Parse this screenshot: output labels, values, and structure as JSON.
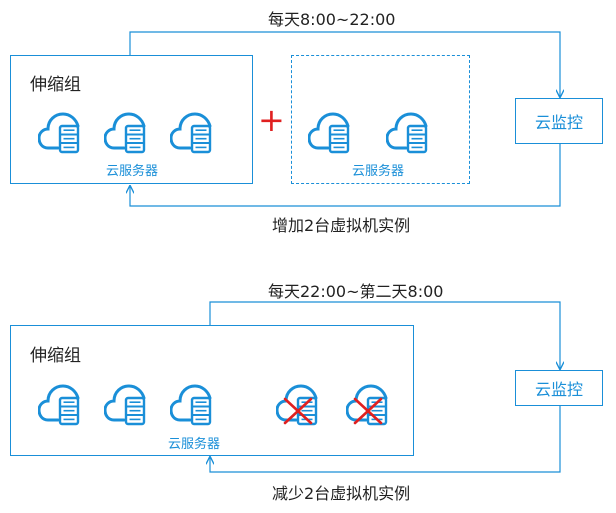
{
  "colors": {
    "line": "#1a8fd8",
    "plus": "#e02020",
    "cross": "#e02020",
    "text": "#222222"
  },
  "top": {
    "schedule": "每天8:00~22:00",
    "group_title": "伸缩组",
    "server_caption": "云服务器",
    "extra_caption": "云服务器",
    "monitor": "云监控",
    "action": "增加2台虚拟机实例",
    "plus_symbol": "+",
    "icons": [
      "cloud-server-icon",
      "cloud-server-icon",
      "cloud-server-icon",
      "plus-icon",
      "cloud-server-icon",
      "cloud-server-icon"
    ]
  },
  "bottom": {
    "schedule": "每天22:00~第二天8:00",
    "group_title": "伸缩组",
    "server_caption": "云服务器",
    "monitor": "云监控",
    "action": "减少2台虚拟机实例",
    "icons": [
      "cloud-server-icon",
      "cloud-server-icon",
      "cloud-server-icon",
      "cloud-server-removed-icon",
      "cloud-server-removed-icon"
    ]
  }
}
